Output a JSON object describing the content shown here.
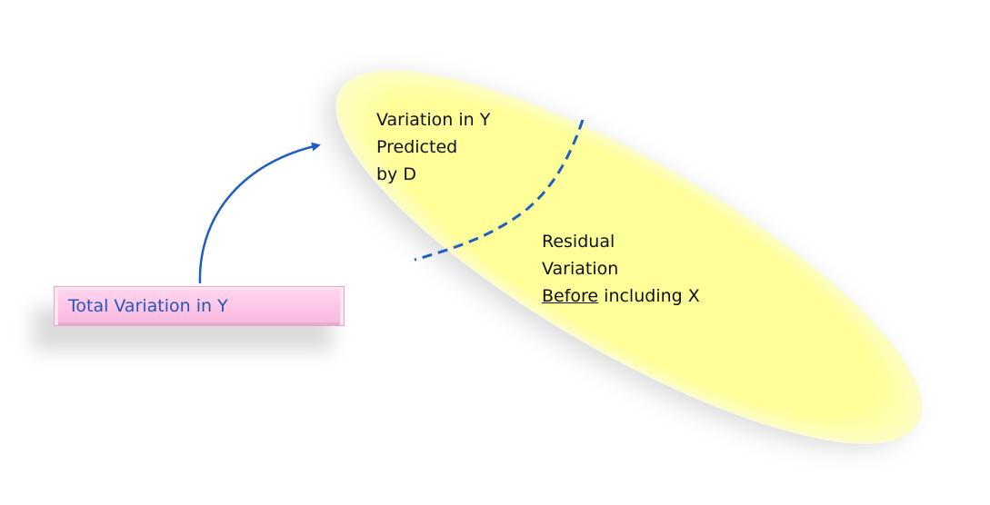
{
  "diagram": {
    "predicted_lines": [
      "Variation in Y",
      "Predicted",
      "by D"
    ],
    "residual_lines": [
      "Residual",
      "Variation"
    ],
    "residual_last_line": {
      "underlined": "Before",
      "rest": " including X"
    },
    "total_label": "Total Variation in Y"
  },
  "colors": {
    "ellipse_fill": "#ffff99",
    "ellipse_edge": "#ffffcc",
    "divider": "#1f5fbf",
    "arrow": "#1f5fbf",
    "box_fill": "#fcc5e6",
    "box_text": "#2457b8",
    "text": "#111111"
  },
  "icons": {
    "arrow": "curved-arrow-icon"
  }
}
